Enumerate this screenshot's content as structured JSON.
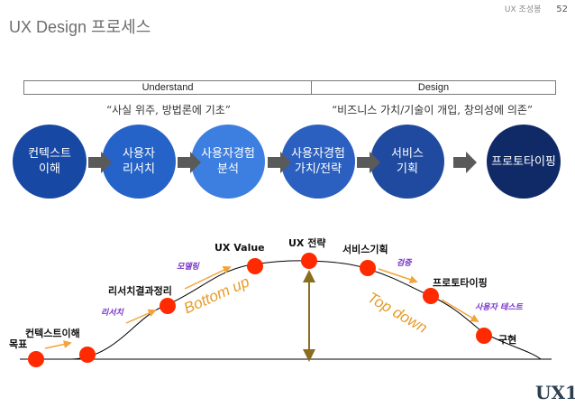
{
  "header": {
    "author": "UX 조성봉",
    "page": "52"
  },
  "title": "UX Design 프로세스",
  "phases": {
    "understand": "Understand",
    "design": "Design"
  },
  "quotes": {
    "left": "“사실 위주, 방법론에 기초”",
    "right": "“비즈니스 가치/기술이 개입, 창의성에 의존”"
  },
  "steps": [
    {
      "label": "컨텍스트\n이해",
      "color": "#1748a3"
    },
    {
      "label": "사용자\n리서치",
      "color": "#2563c8"
    },
    {
      "label": "사용자경험\n분석",
      "color": "#3d7fe0"
    },
    {
      "label": "사용자경험\n가치/전략",
      "color": "#2b5fc0"
    },
    {
      "label": "서비스\n기획",
      "color": "#1f4aa0"
    },
    {
      "label": "프로토타이핑",
      "color": "#102a68"
    }
  ],
  "curve_labels": {
    "goal": "목표",
    "context": "컨텍스트이해",
    "research_summary": "리서치결과정리",
    "ux_value": "UX Value",
    "ux_strategy": "UX 전략",
    "service_planning": "서비스기획",
    "prototyping": "프로토타이핑",
    "implementation": "구현"
  },
  "transitions": {
    "research": "리서치",
    "modeling": "모델링",
    "validation": "검증",
    "user_test": "사용자 테스트"
  },
  "directions": {
    "bottom_up": "Bottom up",
    "top_down": "Top down"
  },
  "logo": "UX1",
  "colors": {
    "dot": "#ff2a00",
    "transition_arrow": "#f2a33a",
    "peak_arrow": "#8a6d1e",
    "curve": "#000000",
    "chevron": "#5a5a5a"
  }
}
